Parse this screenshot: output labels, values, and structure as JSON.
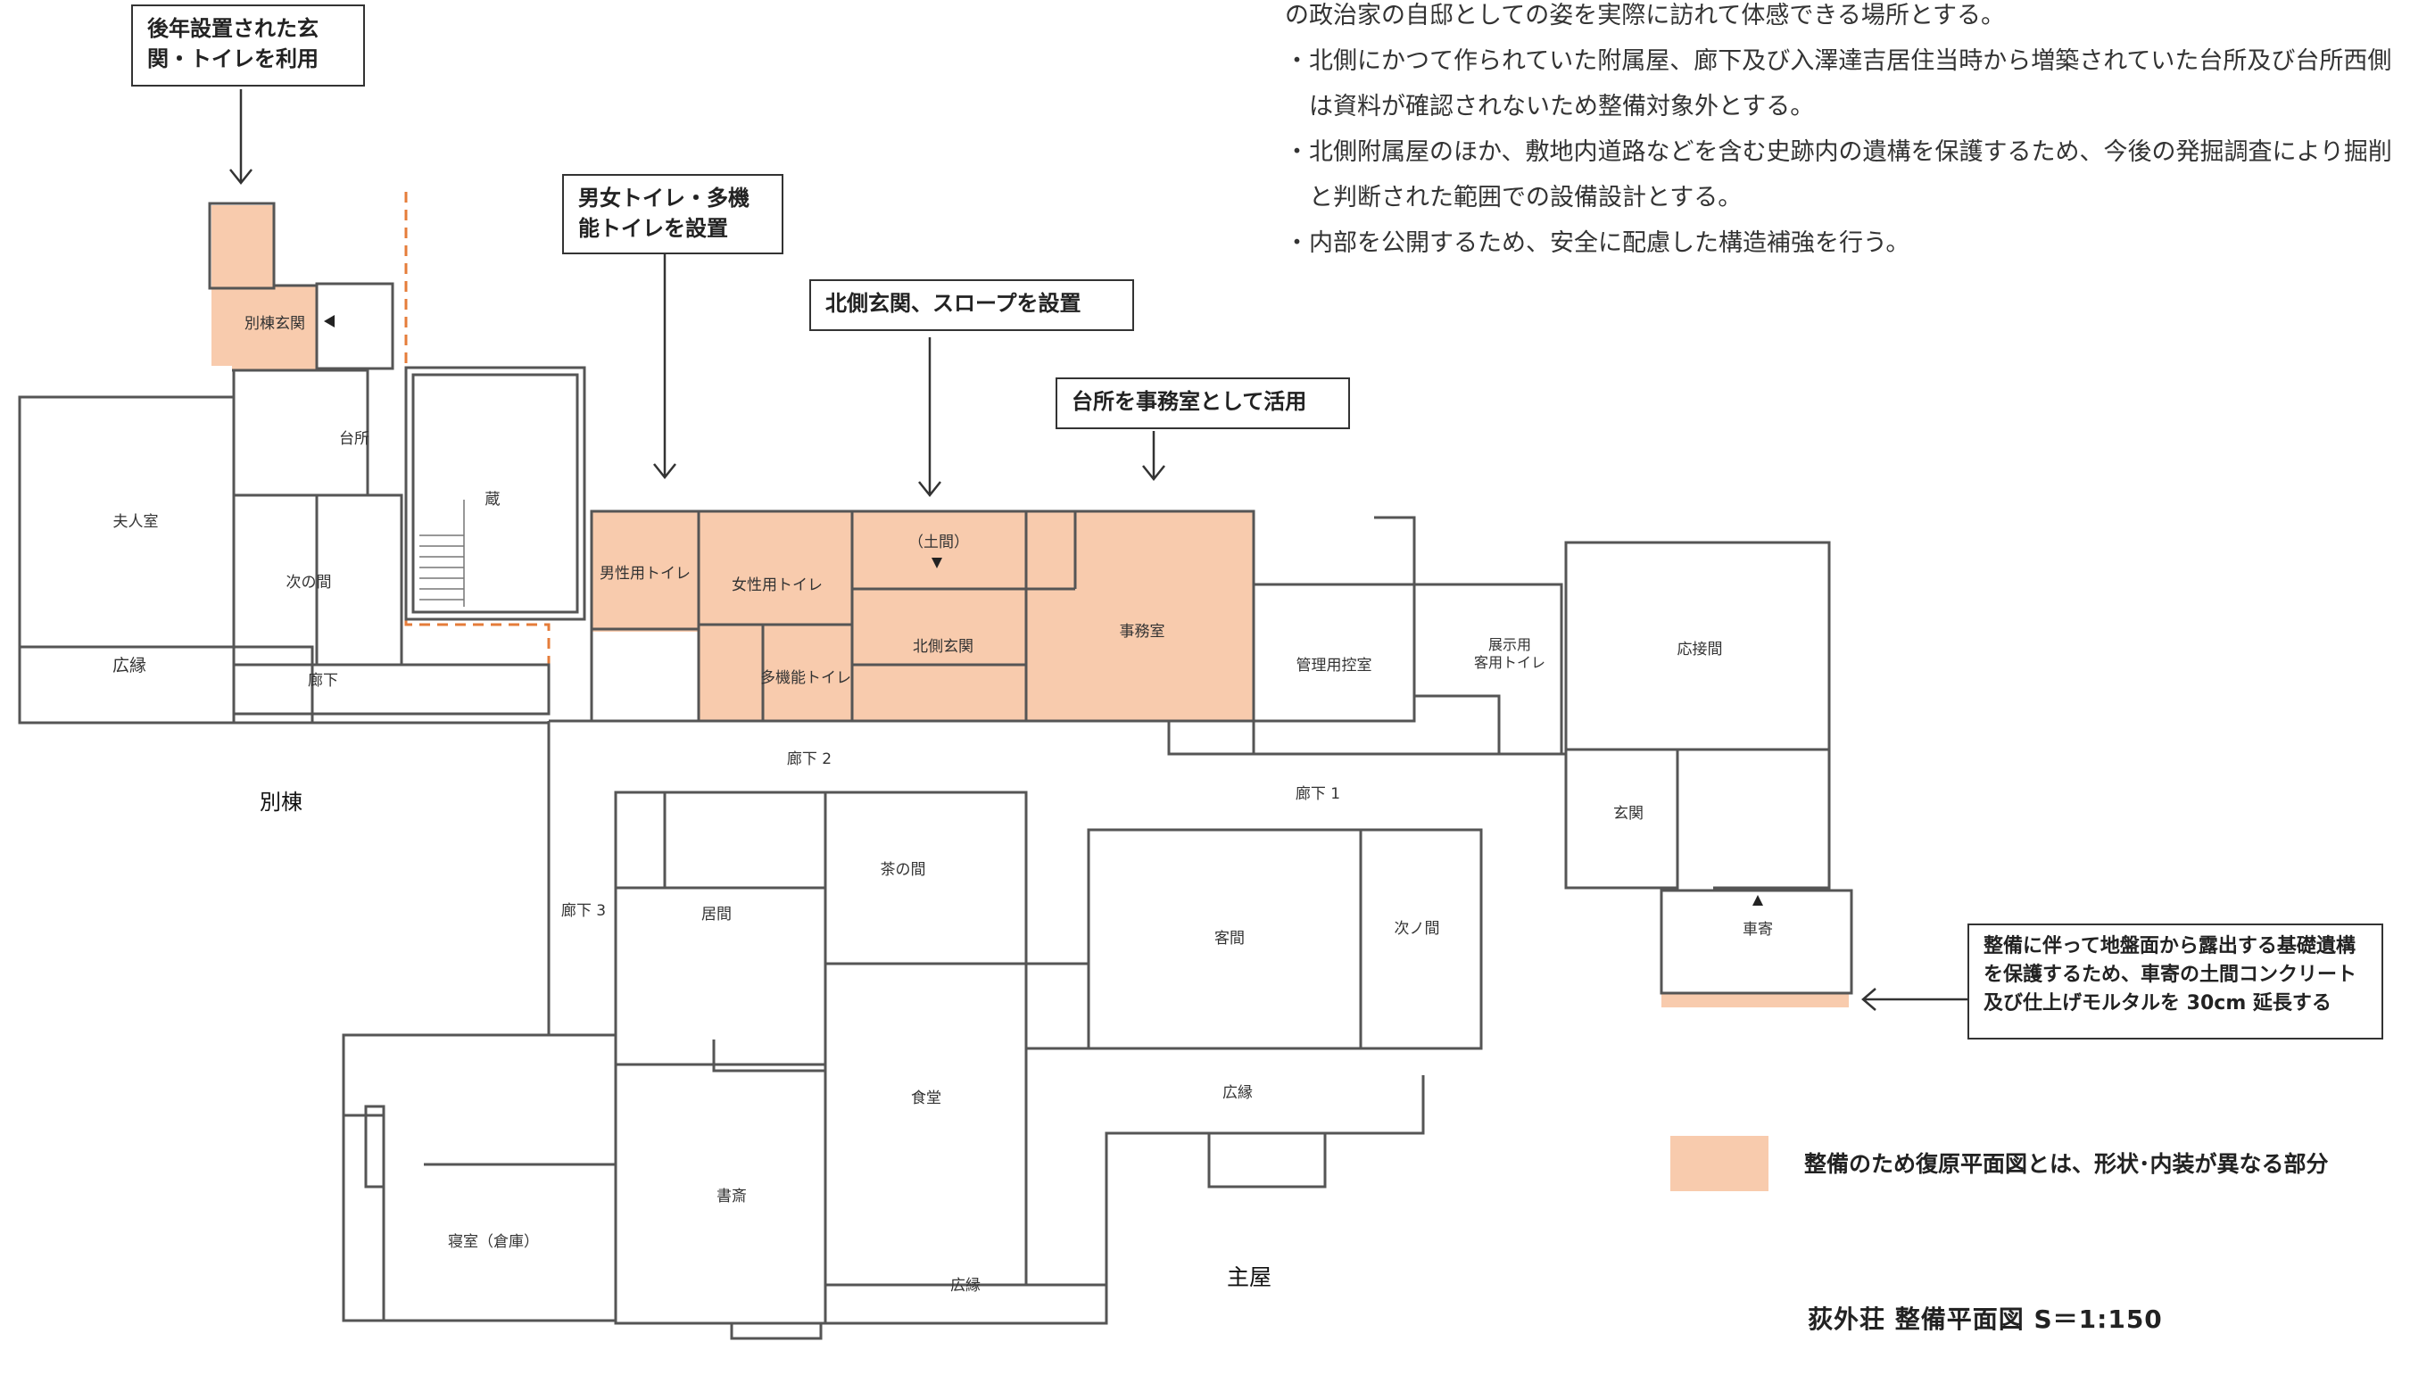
{
  "notes": [
    "の政治家の自邸としての姿を実際に訪れて体感できる場所とする。",
    "・北側にかつて作られていた附属屋、廊下及び入澤達吉居住当時から増築されていた台所及び台所西側",
    "　は資料が確認されないため整備対象外とする。",
    "・北側附属屋のほか、敷地内道路などを含む史跡内の遺構を保護するため、今後の発掘調査により掘削",
    "　と判断された範囲での設備設計とする。",
    "・内部を公開するため、安全に配慮した構造補強を行う。"
  ],
  "callouts": {
    "annex_entrance": "後年設置された玄関・トイレを利用",
    "toilets": "男女トイレ・多機能トイレを設置",
    "north_entrance": "北側玄関、スロープを設置",
    "kitchen_office": "台所を事務室として活用",
    "foundation": "整備に伴って地盤面から露出する基礎遺構を保護するため、車寄の土間コンクリート及び仕上げモルタルを 30cm 延長する"
  },
  "rooms": {
    "annex_entrance": "別棟玄関",
    "kitchen": "台所",
    "storehouse": "蔵",
    "wife_room": "夫人室",
    "next_room_annex": "次の間",
    "hiroen_annex": "広縁",
    "corridor_annex": "廊下",
    "annex": "別棟",
    "male_toilet": "男性用トイレ",
    "female_toilet": "女性用トイレ",
    "multi_toilet": "多機能トイレ",
    "doma": "（土間）",
    "north_entrance": "北側玄関",
    "office": "事務室",
    "waiting_room": "管理用控室",
    "exhibit_toilet": "展示用客用トイレ",
    "reception": "応接間",
    "entrance": "玄関",
    "porch": "車寄",
    "corridor1": "廊下 1",
    "corridor2": "廊下 2",
    "corridor3": "廊下 3",
    "living": "居間",
    "tea_room": "茶の間",
    "guest_room": "客間",
    "next_room": "次ノ間",
    "dining": "食堂",
    "study": "書斎",
    "bedroom": "寝室（倉庫）",
    "hiroen_main1": "広縁",
    "hiroen_main2": "広縁",
    "main_house": "主屋"
  },
  "legend": "整備のため復原平面図とは、形状･内装が異なる部分",
  "title": "荻外荘  整備平面図  S＝1:150",
  "colors": {
    "highlight": "#f8cbad",
    "dashed": "#e57c3a",
    "wall": "#555555"
  }
}
